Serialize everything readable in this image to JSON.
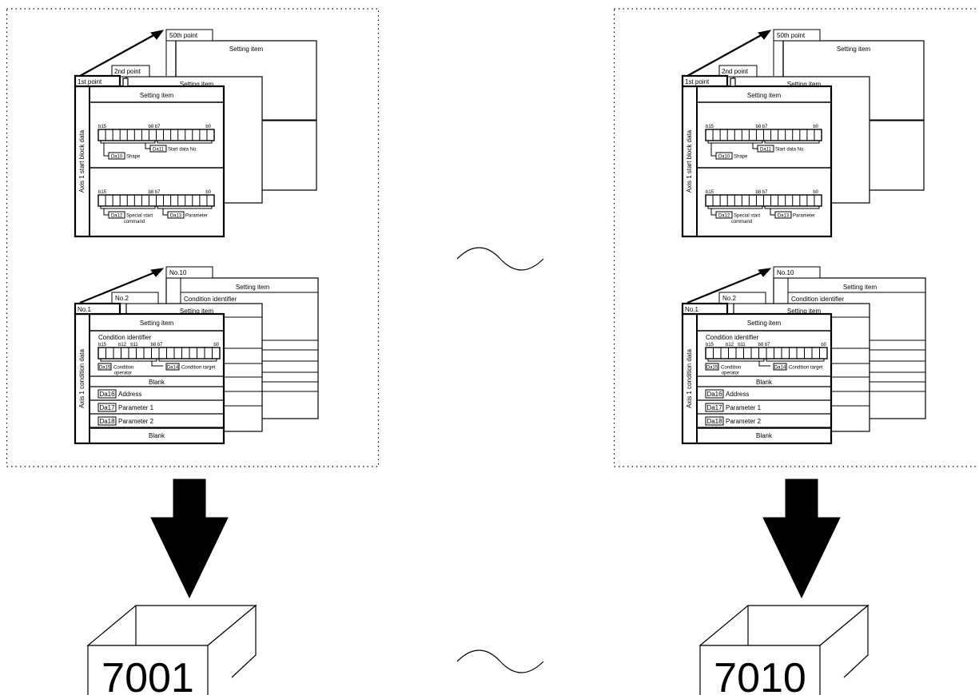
{
  "groups": [
    {
      "start_block": {
        "side_label": "Axis 1 start block data",
        "first_tab": "1st point",
        "second_tab": "2nd point",
        "last_tab": "50th point",
        "header": "Setting item",
        "bits_row1": {
          "left": "b15",
          "mid": "b8  b7",
          "right": "b0"
        },
        "bits_row2": {
          "left": "b15",
          "mid": "b8  b7",
          "right": "b0"
        },
        "fields": [
          {
            "code": "Da10",
            "label": "Shape"
          },
          {
            "code": "Da11",
            "label": "Start data No."
          },
          {
            "code": "Da12",
            "label": "Special start",
            "label2": "command"
          },
          {
            "code": "Da13",
            "label": "Parameter"
          }
        ]
      },
      "condition": {
        "side_label": "Axis 1 condition data",
        "first_tab": "No.1",
        "second_tab": "No.2",
        "last_tab": "No.10",
        "header": "Setting item",
        "identifier": "Condition identifier",
        "bits": {
          "b15": "b15",
          "b12": "b12",
          "b11": "b11",
          "b8b7": "b8  b7",
          "b0": "b0"
        },
        "fields": [
          {
            "code": "Da15",
            "label": "Condition",
            "label2": "operator"
          },
          {
            "code": "Da14",
            "label": "Condition target"
          }
        ],
        "blank": "Blank",
        "rows": [
          {
            "code": "Da16",
            "label": "Address"
          },
          {
            "code": "Da17",
            "label": "Parameter 1"
          },
          {
            "code": "Da18",
            "label": "Parameter 2"
          }
        ],
        "blank2": "Blank"
      },
      "box_number": "7001"
    },
    {
      "start_block": {
        "side_label": "Axis 1 start block data",
        "first_tab": "1st point",
        "second_tab": "2nd point",
        "last_tab": "50th point",
        "header": "Setting item",
        "bits_row1": {
          "left": "b15",
          "mid": "b8  b7",
          "right": "b0"
        },
        "bits_row2": {
          "left": "b15",
          "mid": "b8  b7",
          "right": "b0"
        },
        "fields": [
          {
            "code": "Da10",
            "label": "Shape"
          },
          {
            "code": "Da11",
            "label": "Start data No."
          },
          {
            "code": "Da12",
            "label": "Special start",
            "label2": "command"
          },
          {
            "code": "Da13",
            "label": "Parameter"
          }
        ]
      },
      "condition": {
        "side_label": "Axis 1 condition data",
        "first_tab": "No.1",
        "second_tab": "No.2",
        "last_tab": "No.10",
        "header": "Setting item",
        "identifier": "Condition identifier",
        "bits": {
          "b15": "b15",
          "b12": "b12",
          "b11": "b11",
          "b8b7": "b8  b7",
          "b0": "b0"
        },
        "fields": [
          {
            "code": "Da15",
            "label": "Condition",
            "label2": "operator"
          },
          {
            "code": "Da14",
            "label": "Condition target"
          }
        ],
        "blank": "Blank",
        "rows": [
          {
            "code": "Da16",
            "label": "Address"
          },
          {
            "code": "Da17",
            "label": "Parameter 1"
          },
          {
            "code": "Da18",
            "label": "Parameter 2"
          }
        ],
        "blank2": "Blank"
      },
      "box_number": "7010"
    }
  ],
  "back_panel_labels": {
    "setting_item": "Setting item",
    "condition_identifier": "Condition identifier"
  }
}
